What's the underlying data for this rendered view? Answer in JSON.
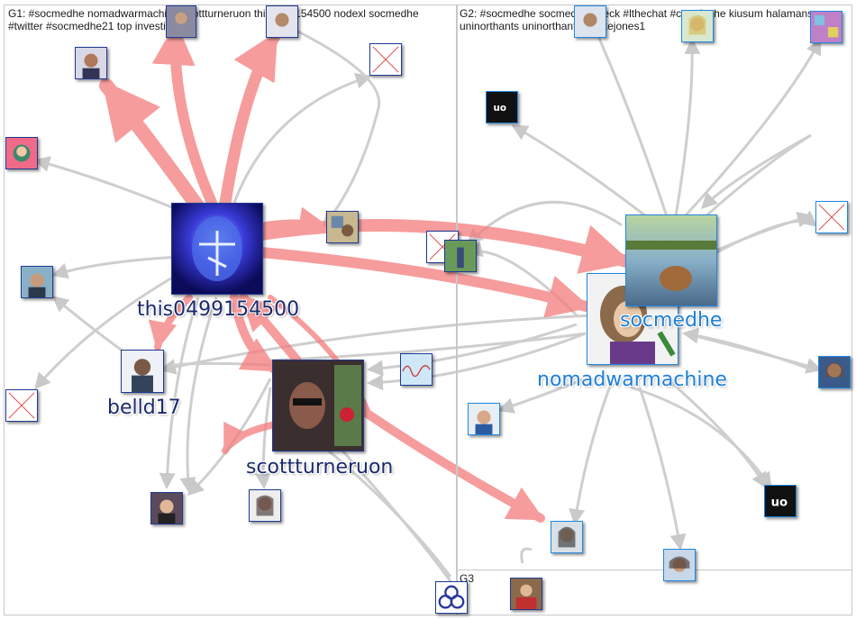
{
  "panels": {
    "g1": {
      "title": "G1: #socmedhe nomadwarmachine scottturneruon this0499154500 nodexl socmedhe #twitter #socmedhe21 top investigating"
    },
    "g2": {
      "title": "G2: #socmedhe socmedhe check #lthechat #creativehe kiusum halamansour uninorthants uninorthantsfbl _kejones1"
    },
    "g3": {
      "title": "G3"
    }
  },
  "labels": {
    "this": "this0499154500",
    "belld": "belld17",
    "scott": "scottturneruon",
    "socmedhe": "socmedhe",
    "nomad": "nomadwarmachine"
  },
  "colors": {
    "g1_label": "#1b2a6b",
    "g2_label": "#1e7fd6",
    "edge_heavy": "#f47c7c",
    "edge_light": "#c8c8c8",
    "panel_border": "#c8c8c8"
  }
}
